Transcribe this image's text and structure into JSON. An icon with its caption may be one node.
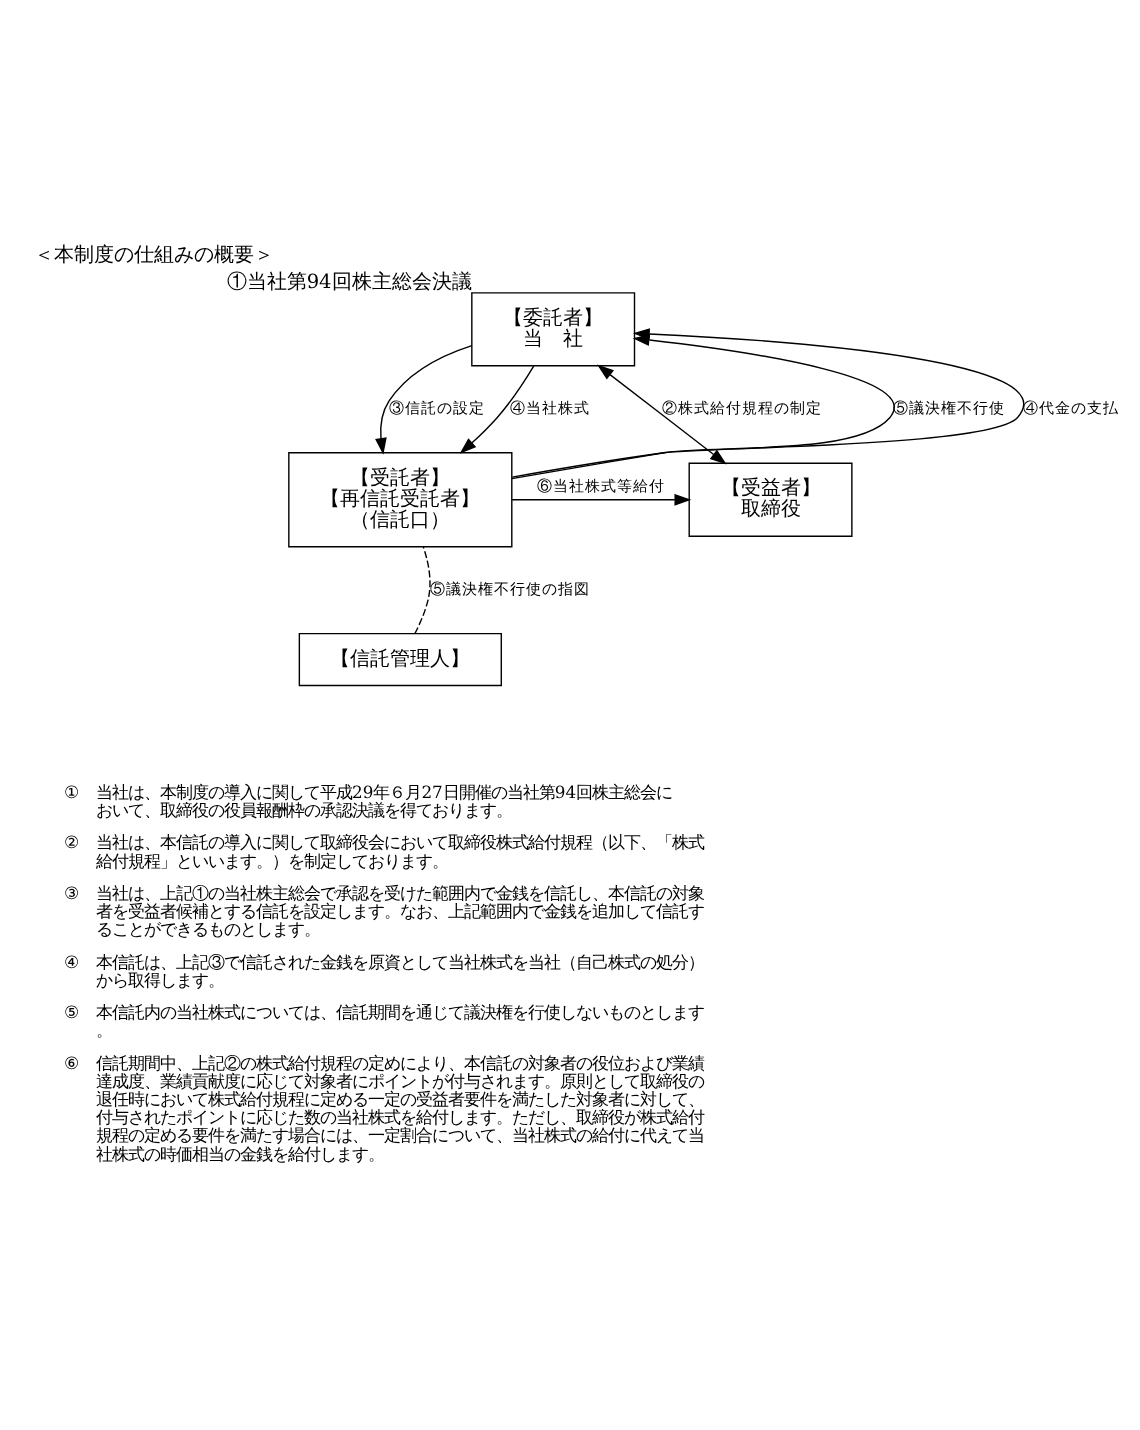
{
  "diagram": {
    "title": "＜本制度の仕組みの概要＞",
    "nodes": [
      {
        "text": [
          "【委託者】",
          "当　社"
        ],
        "beside": [
          "①当社第94回株主総会決議"
        ]
      },
      {
        "text": [
          "【受益者】",
          "取締役"
        ]
      },
      {
        "text": [
          "【受託者】",
          "【再信託受託者】",
          "（信託口）"
        ]
      },
      {
        "text": [
          "【信託管理人】"
        ]
      }
    ],
    "edges": [
      {
        "from": 0,
        "to": 1,
        "arrow": "both",
        "label": "②株式給付規程の制定"
      },
      {
        "from": 2,
        "to": 0,
        "arrow": "to",
        "label": "⑤議決権不行使"
      },
      {
        "from": 2,
        "to": 0,
        "arrow": "to",
        "label": "④代金の支払"
      },
      {
        "from": 0,
        "to": 2,
        "arrow": "to",
        "label": "④当社株式"
      },
      {
        "from": 0,
        "to": 2,
        "arrow": "to",
        "label": "③信託の設定"
      },
      {
        "from": 2,
        "to": 1,
        "arrow": "to",
        "label": "⑥当社株式等給付"
      },
      {
        "from": 3,
        "to": 2,
        "arrow": "none",
        "style": "dashed",
        "label": "⑤議決権不行使の指図"
      }
    ],
    "labels": [
      "①",
      "当社は、本制度の導入に関して平成29年６月27日開催の当社第94回株主総会において、取締役の役員報酬枠の承認決議を得ております。",
      "②",
      "当社は、本信託の導入に関して取締役会において取締役株式給付規程（以下、「株式給付規程」といいます。）を制定しております。",
      "③",
      "当社は、上記①の当社株主総会で承認を受けた範囲内で金銭を信託し、本信託の対象者を受益者候補とする信託を設定します。なお、上記範囲内で金銭を追加して信託することができるものとします。",
      "④",
      "本信託は、上記③で信託された金銭を原資として当社株式を当社（自己株式の処分）から取得します。",
      "⑤",
      "本信託内の当社株式については、信託期間を通じて議決権を行使しないものとします。",
      "⑥",
      "信託期間中、上記②の株式給付規程の定めにより、本信託の対象者の役位および業績達成度、業績貢献度に応じて対象者にポイントが付与されます。原則として取締役の退任時において株式給付規程に定める一定の受益者要件を満たした対象者に対して、付与されたポイントに応じた数の当社株式を給付します。ただし、取締役が株式給付規程の定める要件を満たす場合には、一定割合について、当社株式の給付に代えて当社株式の時価相当の金銭を給付します。"
    ]
  }
}
